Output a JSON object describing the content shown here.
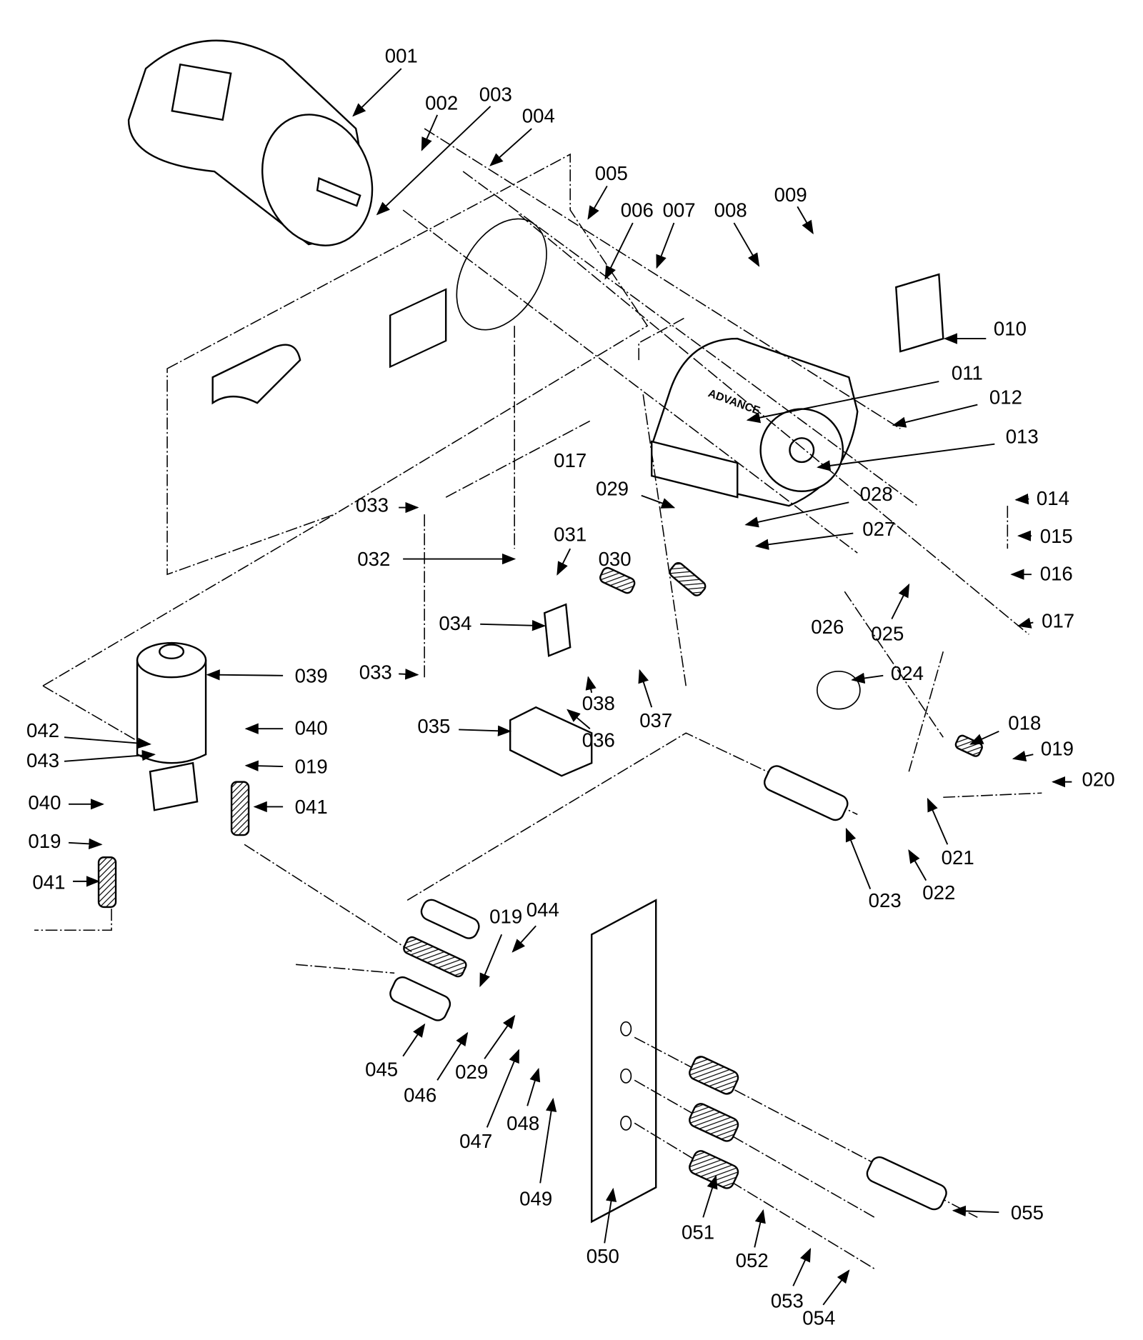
{
  "diagram": {
    "logo_text": "ADVANCE",
    "labels": [
      "001",
      "002",
      "003",
      "004",
      "005",
      "006",
      "007",
      "008",
      "009",
      "010",
      "011",
      "012",
      "013",
      "014",
      "015",
      "016",
      "017",
      "017",
      "018",
      "019",
      "020",
      "021",
      "022",
      "023",
      "024",
      "025",
      "026",
      "027",
      "028",
      "029",
      "030",
      "031",
      "032",
      "033",
      "033",
      "034",
      "035",
      "036",
      "037",
      "038",
      "039",
      "040",
      "019",
      "041",
      "040",
      "019",
      "041",
      "042",
      "043",
      "044",
      "019",
      "045",
      "046",
      "029",
      "047",
      "048",
      "049",
      "050",
      "051",
      "052",
      "053",
      "054",
      "055"
    ]
  }
}
